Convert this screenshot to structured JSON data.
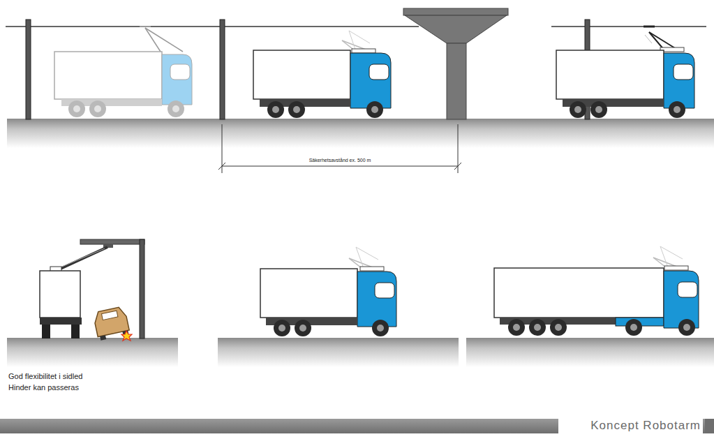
{
  "diagram": {
    "labels": [
      "Säkerhetsavstånd ex. 500 m",
      "God flexibilitet i sidled",
      "Hinder kan passeras",
      "Koncept Robotarm"
    ]
  }
}
